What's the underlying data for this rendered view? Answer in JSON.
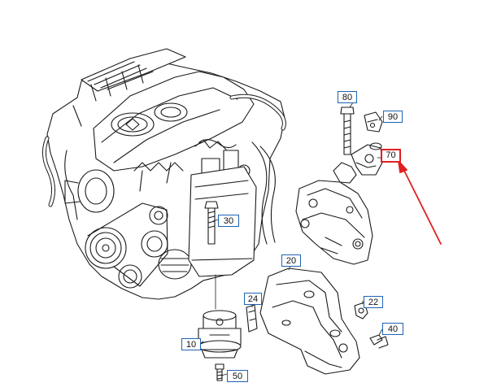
{
  "diagram": {
    "callouts": {
      "c10": "10",
      "c20": "20",
      "c22": "22",
      "c24": "24",
      "c30": "30",
      "c40": "40",
      "c50": "50",
      "c70": "70",
      "c80": "80",
      "c90": "90"
    },
    "highlighted_callout": "70",
    "colors": {
      "line_art": "#1a1a1a",
      "callout_border": "#1f63b4",
      "highlight": "#e02020"
    }
  }
}
